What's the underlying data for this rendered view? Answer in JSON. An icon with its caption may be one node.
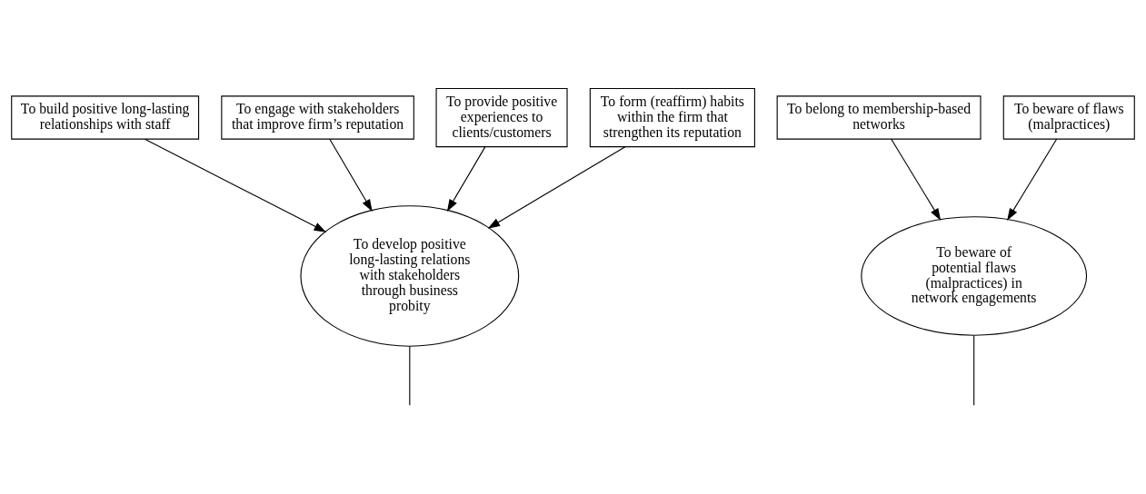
{
  "diagram": {
    "nodes": [
      {
        "text": [
          "To build positive long-lasting relationships with staff"
        ]
      },
      {
        "text": [
          "To engage with stakeholders that improve firm’s reputation"
        ]
      },
      {
        "text": [
          "To belong to membership-based networks"
        ]
      },
      {
        "text": [
          "To provide positive experiences to clients/customers"
        ]
      },
      {
        "text": [
          "To beware of flaws (malpractices)"
        ]
      },
      {
        "text": [
          "To form (reaffirm) habits within the firm that strengthen its reputation"
        ]
      },
      {
        "text": [
          "To develop positive long-lasting relations with stakeholders through business probity"
        ]
      },
      {
        "text": [
          "To beware of potential flaws (malpractices) in network engagements"
        ]
      }
    ],
    "edges": [
      {
        "from": 3,
        "to": 6,
        "arrow": "to"
      },
      {
        "from": 0,
        "to": 6,
        "arrow": "to"
      },
      {
        "from": 1,
        "to": 6,
        "arrow": "to"
      },
      {
        "from": 5,
        "to": 6,
        "arrow": "to"
      },
      {
        "from": 2,
        "to": 7,
        "arrow": "to"
      },
      {
        "from": 4,
        "to": 7,
        "arrow": "to"
      },
      {
        "from": 6,
        "to": null,
        "arrow": "none"
      },
      {
        "from": 7,
        "to": null,
        "arrow": "none"
      }
    ]
  }
}
